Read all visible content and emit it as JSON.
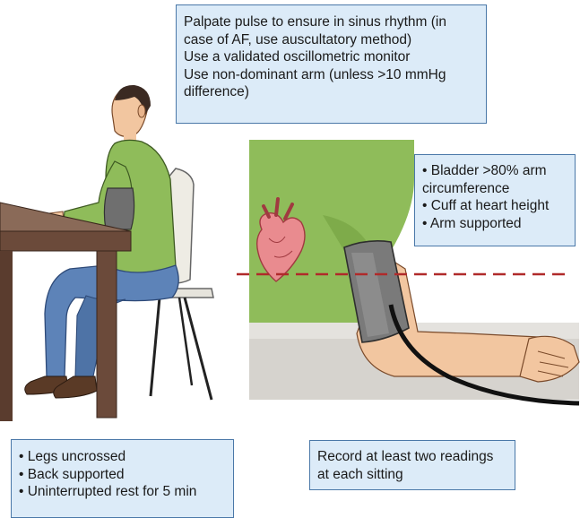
{
  "boxes": {
    "top": [
      "Palpate pulse to ensure in sinus rhythm (in case of AF, use auscultatory method)",
      "Use a validated oscillometric monitor",
      "Use non-dominant arm (unless >10 mmHg difference)"
    ],
    "cuff": [
      "• Bladder >80% arm",
      "circumference",
      "• Cuff at heart height",
      "• Arm supported"
    ],
    "legs": [
      "• Legs uncrossed",
      "• Back supported",
      "• Uninterrupted rest for 5 min"
    ],
    "record": [
      "Record at least two readings",
      "at each sitting"
    ]
  },
  "colors": {
    "box_fill": "#dcebf8",
    "box_border": "#4a78a8",
    "shirt": "#8fbc5a",
    "jeans": "#5d83b8",
    "skin": "#f2c6a0",
    "cuff": "#7a7a7a",
    "table": "#6b4a3a",
    "heart": "#e98b8f",
    "heart_line": "#b02a2a"
  },
  "icons": [
    "person-seated-illustration",
    "arm-cuff-closeup-illustration",
    "heart-icon",
    "table",
    "chair"
  ]
}
